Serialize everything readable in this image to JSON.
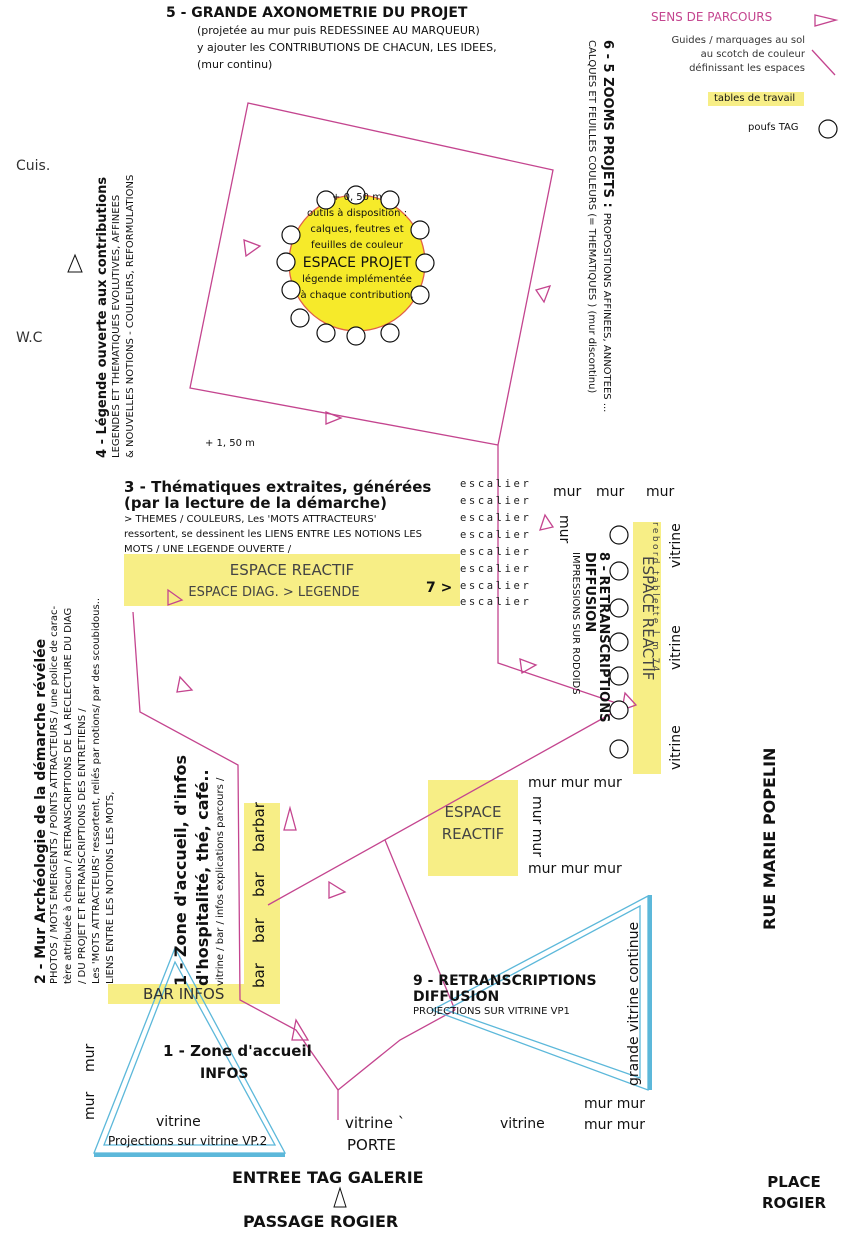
{
  "legend": {
    "sens": "SENS DE PARCOURS",
    "guides": [
      "Guides / marquages au sol",
      "au scotch de couleur",
      "définissant les espaces"
    ],
    "tables": "tables de travail",
    "poufs": "poufs TAG"
  },
  "section5": {
    "title": "5 - GRANDE AXONOMETRIE DU PROJET",
    "line1": "(projetée au mur puis REDESSINEE AU MARQUEUR)",
    "line2": "y ajouter les CONTRIBUTIONS DE CHACUN, LES IDEES,",
    "line3": "(mur continu)"
  },
  "espace_projet": {
    "top": "+ 0, 50 m",
    "l1": "outils à disposition :",
    "l2": "calques, feutres et",
    "l3": "feuilles de couleur",
    "title": "ESPACE PROJET",
    "l4": "légende implémentée",
    "l5": "à chaque contribution,"
  },
  "plus150": "+ 1, 50 m",
  "cuis": "Cuis.",
  "wc": "W.C",
  "section4": {
    "title": "4 - Légende ouverte aux contributions",
    "l1": "LEGENDES ET THEMATIQUES EVOLUTIVES, AFFINEES",
    "l2": "& NOUVELLES NOTIONS - COULEURS, REFORMULATIONS"
  },
  "section6": {
    "title": "6 - 5 ZOOMS PROJETS :",
    "l1": "PROPOSITIONS AFFINEES, ANNOTEES ...",
    "l2": "CALQUES ET FEUILLES COULEURS (= THEMATIQUES ) (mur discontinu)"
  },
  "section3": {
    "title1": "3 - Thématiques extraites, générées",
    "title2": "(par la lecture de la démarche)",
    "l1": "> THEMES / COULEURS,  Les 'MOTS ATTRACTEURS'",
    "l2": "ressortent, se dessinent les  LIENS ENTRE LES NOTIONS LES",
    "l3": "MOTS / UNE LEGENDE OUVERTE /",
    "reactif": "ESPACE REACTIF",
    "diag": "ESPACE DIAG. > LEGENDE",
    "seven": "7 >"
  },
  "escalier": "escalier",
  "mur": "mur",
  "vitrine": "vitrine",
  "reactif_right": "ESPACE  REACTIF",
  "rebord": "rebord tablette   l m 74",
  "section8": {
    "title1": "8 - RETRANSCRIPTIONS",
    "title2": "DIFFUSION",
    "l1": "IMPRESSIONS SUR RODOIDS"
  },
  "section2": {
    "title": "2 - Mur Archéologie de la démarche révélée",
    "l1": "PHOTOS / MOTS EMERGENTS / POINTS ATTRACTEURS / une police de carac-",
    "l2": "tère attribuée à chacun  / RETRANSCRIPTIONS DE LA RECLECTURE DU DIAG",
    "l3": "/ DU PROJET ET RETRANSCRIPTIONS DES ENTRETIENS /",
    "l4": "Les 'MOTS ATTRACTEURS' ressortent,  reliés par notions/ par des scoubidous..",
    "l5": "LIENS ENTRE LES NOTIONS LES MOTS,"
  },
  "section1b": {
    "title1": "1 - Zone d'accueil, d'infos",
    "title2": "d'hospitalité, thé, café..",
    "l1": "vitrine / bar / infos explications parcours /"
  },
  "bar": "bar",
  "bar_infos": "BAR  INFOS",
  "espace_reactif_mid": [
    "ESPACE",
    "REACTIF"
  ],
  "mur_mur_mur": "mur mur mur",
  "mur_mur": "mur mur",
  "section9": {
    "title1": "9 - RETRANSCRIPTIONS",
    "title2": "DIFFUSION",
    "l1": "PROJECTIONS SUR VITRINE VP1"
  },
  "grande_vitrine": "grande  vitrine  continue",
  "zone1": {
    "title": "1 - Zone d'accueil",
    "sub": "INFOS"
  },
  "vitrine_vp2": "vitrine",
  "projections_vp2": "Projections sur vitrine VP.2",
  "vitrine_porte": "vitrine `",
  "porte": "PORTE",
  "entree": "ENTREE TAG GALERIE",
  "passage": "PASSAGE ROGIER",
  "place": [
    "PLACE",
    "ROGIER"
  ],
  "rue": "RUE MARIE POPELIN",
  "colors": {
    "pink": "#c4458f",
    "yellow": "#f7ee86",
    "circle_fill": "#f6ea2a",
    "circle_stroke": "#e0604a",
    "blue": "#5cb8da"
  }
}
